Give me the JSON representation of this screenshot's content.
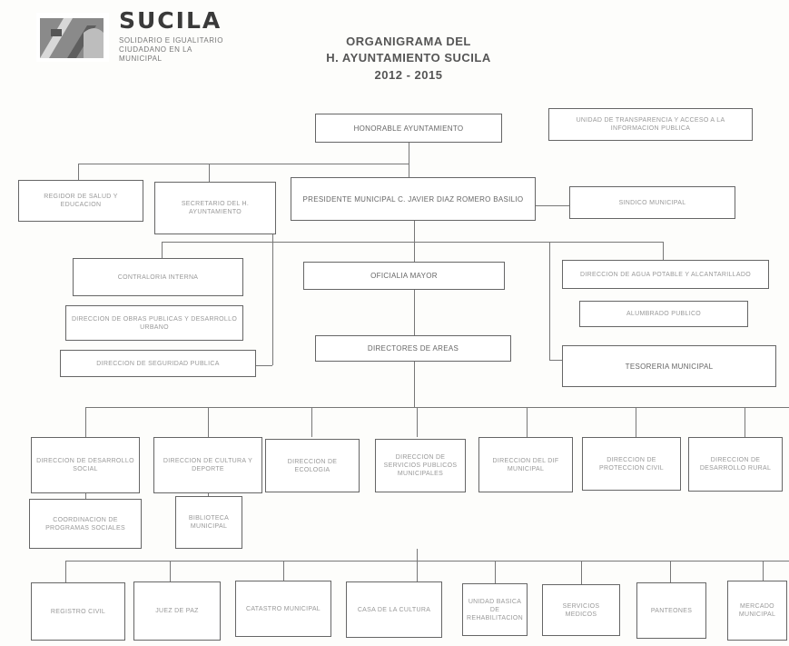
{
  "logo": {
    "name": "SUCILA",
    "tagline_line1": "SOLIDARIO E IGUALITARIO",
    "tagline_line2": "CIUDADANO EN LA MUNICIPAL"
  },
  "header": {
    "title_line1": "ORGANIGRAMA DEL",
    "title_line2": "H. AYUNTAMIENTO SUCILA",
    "title_line3": "2012 - 2015"
  },
  "chart": {
    "top": {
      "cabildo": "HONORABLE AYUNTAMIENTO",
      "transparencia": "UNIDAD DE TRANSPARENCIA Y ACCESO A LA INFORMACION PUBLICA"
    },
    "level2": {
      "left1": "REGIDOR DE SALUD Y EDUCACION",
      "left2": "SECRETARIO DEL H. AYUNTAMIENTO",
      "presidente": "PRESIDENTE MUNICIPAL C. JAVIER DIAZ ROMERO BASILIO",
      "sindico": "SINDICO MUNICIPAL"
    },
    "level3": {
      "left_a": "CONTRALORIA INTERNA",
      "left_b": "DIRECCION DE OBRAS PUBLICAS Y DESARROLLO URBANO",
      "left_c": "DIRECCION DE SEGURIDAD PUBLICA",
      "center": "OFICIALIA MAYOR",
      "right_a": "DIRECCION DE AGUA POTABLE Y ALCANTARILLADO",
      "right_b": "ALUMBRADO PUBLICO",
      "right_c": "TESORERIA MUNICIPAL"
    },
    "coordinators": "DIRECTORES DE AREAS",
    "row4": [
      "DIRECCION DE DESARROLLO SOCIAL",
      "DIRECCION DE CULTURA Y DEPORTE",
      "DIRECCION DE ECOLOGIA",
      "DIRECCION DE SERVICIOS PUBLICOS MUNICIPALES",
      "DIRECCION DEL DIF MUNICIPAL",
      "DIRECCION DE PROTECCION CIVIL",
      "DIRECCION DE DESARROLLO RURAL"
    ],
    "row4_sub": [
      "COORDINACION DE PROGRAMAS SOCIALES",
      "BIBLIOTECA MUNICIPAL"
    ],
    "row5": [
      "REGISTRO CIVIL",
      "JUEZ DE PAZ",
      "CATASTRO MUNICIPAL",
      "CASA DE LA CULTURA",
      "UNIDAD BASICA DE REHABILITACION",
      "SERVICIOS MEDICOS",
      "PANTEONES",
      "MERCADO MUNICIPAL"
    ]
  }
}
